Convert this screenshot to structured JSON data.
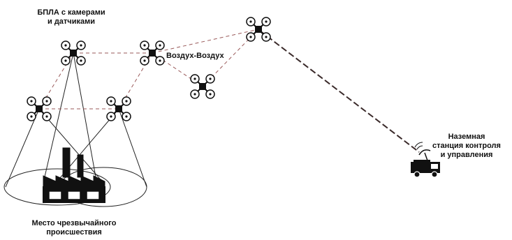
{
  "labels": {
    "uav_group": [
      "БПЛА с камерами",
      "и датчиками"
    ],
    "air_link": "Воздух-Воздух",
    "ground_station": [
      "Наземная",
      "станция контроля",
      "и управления"
    ],
    "incident_site": [
      "Место чрезвычайного",
      "происшествия"
    ]
  },
  "colors": {
    "ink": "#111111",
    "link_dashed": "#9a5a5a",
    "ground_link": "#3a2a2a",
    "cone": "#222222"
  },
  "icons": [
    "drone-icon",
    "factory-icon",
    "ground-vehicle-icon",
    "satellite-dish-icon"
  ]
}
